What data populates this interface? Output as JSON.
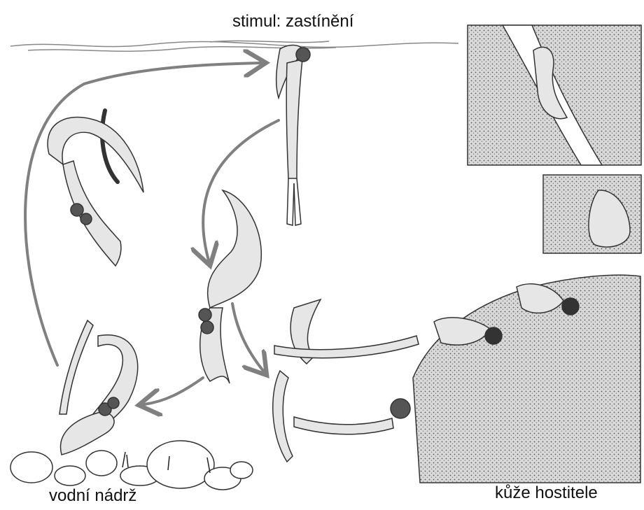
{
  "labels": {
    "stimulus": "stimul: zastínění",
    "water_body": "vodní nádrž",
    "host_skin": "kůže hostitele"
  },
  "colors": {
    "arrow": "#808080",
    "ink": "#333333",
    "body_fill": "#e6e6e6",
    "skin_fill": "#cfcfcf"
  }
}
